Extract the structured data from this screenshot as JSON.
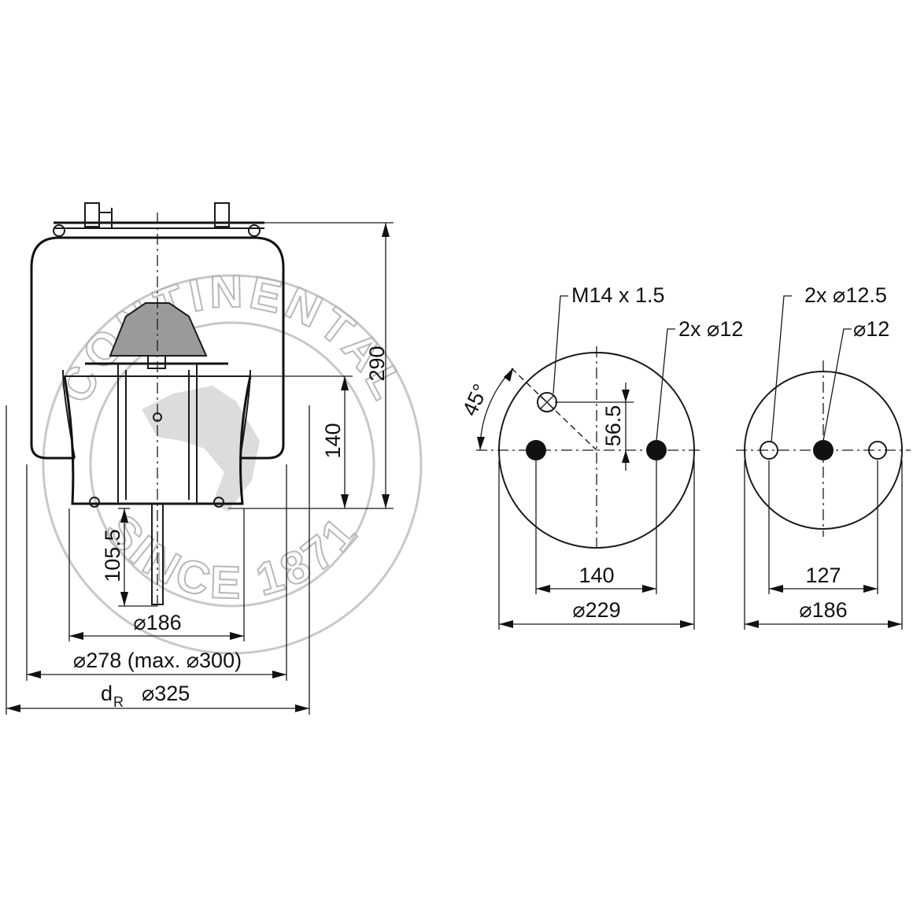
{
  "watermark": {
    "top_text": "CONTINENTAL",
    "bottom_text": "SINCE 1871",
    "color": "#b8b8b8"
  },
  "side_view": {
    "dim_height_total": "290",
    "dim_height_piston": "140",
    "dim_height_bottom": "105.5",
    "dim_piston_dia": "186",
    "dim_bellow_dia": "278 (max.",
    "dim_bellow_max": "300)",
    "dim_ref_prefix": "d",
    "dim_ref_sub": "R",
    "dim_ref_dia": "325"
  },
  "top_plate": {
    "thread_label": "M14 x 1.5",
    "hole_label": "2x",
    "hole_dia": "12",
    "angle_label": "45°",
    "offset_label": "56.5",
    "spacing_label": "140",
    "plate_dia": "229"
  },
  "bottom_plate": {
    "hole_label": "2x",
    "hole_dia": "12.5",
    "center_hole_dia": "12",
    "spacing_label": "127",
    "plate_dia": "186"
  },
  "symbols": {
    "diameter": "⌀"
  }
}
